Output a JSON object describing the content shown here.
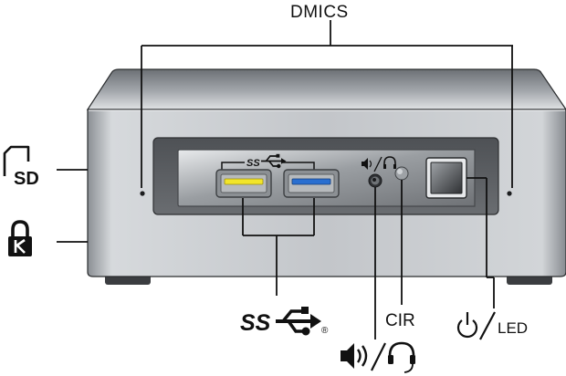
{
  "labels": {
    "dmics": "DMICS",
    "sd": "SD",
    "cir": "CIR",
    "led": "LED",
    "ss_small": "SS",
    "ss_large": "SS",
    "registered": "®"
  },
  "icons": {
    "sd_card": "sd-card-icon",
    "lock": "kensington-lock-icon",
    "usb_superspeed": "usb-superspeed-icon",
    "speaker": "speaker-icon",
    "headphones": "headphones-icon",
    "power": "power-icon"
  },
  "colors": {
    "usb_yellow": "#f2e52a",
    "usb_blue": "#2a6fd0",
    "device_body": "#b9bdc2",
    "front_panel": "#5b5e62",
    "inner_bezel": "#888c91"
  }
}
